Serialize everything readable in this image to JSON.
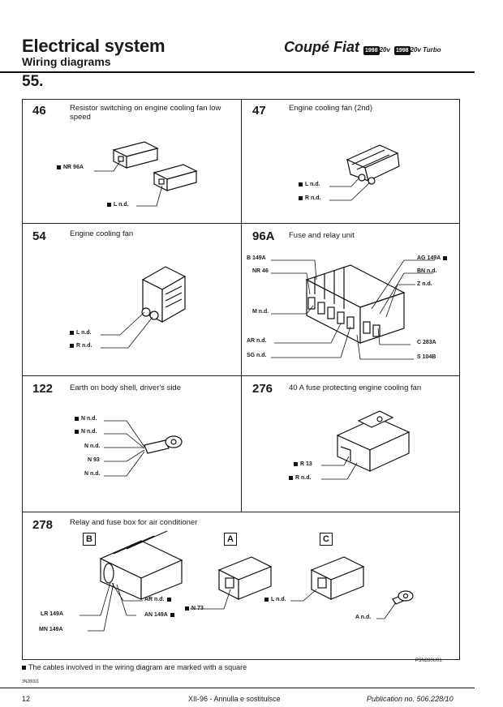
{
  "header": {
    "title": "Electrical system",
    "subtitle": "Wiring diagrams",
    "section": "55.",
    "brand": "Coupé Fiat",
    "badge1": "1998",
    "ver1": "20v",
    "badge2": "1998",
    "ver2": "20v Turbo"
  },
  "cells": {
    "c46": {
      "num": "46",
      "title": "Resistor switching on engine cooling fan low speed",
      "labels": [
        "NR 96A",
        "L n.d."
      ]
    },
    "c47": {
      "num": "47",
      "title": "Engine cooling fan (2nd)",
      "labels": [
        "L n.d.",
        "R n.d."
      ]
    },
    "c54": {
      "num": "54",
      "title": "Engine cooling fan",
      "labels": [
        "L n.d.",
        "R n.d."
      ]
    },
    "c96A": {
      "num": "96A",
      "title": "Fuse and relay unit",
      "labels_left": [
        "B 149A",
        "NR 46",
        "M n.d.",
        "AR n.d.",
        "SG n.d."
      ],
      "labels_right": [
        "AG 149A",
        "BN n.d.",
        "Z n.d.",
        "C 283A",
        "S 104B"
      ]
    },
    "c122": {
      "num": "122",
      "title": "Earth on body shell, driver's side",
      "labels": [
        "N n.d.",
        "N n.d.",
        "N n.d.",
        "N 93",
        "N n.d."
      ]
    },
    "c276": {
      "num": "276",
      "title": "40 A fuse protecting engine cooling fan",
      "labels": [
        "R 13",
        "R n.d."
      ]
    },
    "c278": {
      "num": "278",
      "title": "Relay and fuse box for air conditioner",
      "boxes": [
        "B",
        "A",
        "C"
      ],
      "labels": [
        "AR n.d.",
        "N 73",
        "AN 149A",
        "LR 149A",
        "MN 149A",
        "L n.d.",
        "A n.d."
      ]
    }
  },
  "refcode": "P3N280U01",
  "footnote": "The cables involved in the wiring diagram are marked with a square",
  "small_code": "3N280U1",
  "footer": {
    "page": "12",
    "center": "XII-96 - Annulla e sostituisce",
    "right": "Publication no. 506.228/10"
  }
}
